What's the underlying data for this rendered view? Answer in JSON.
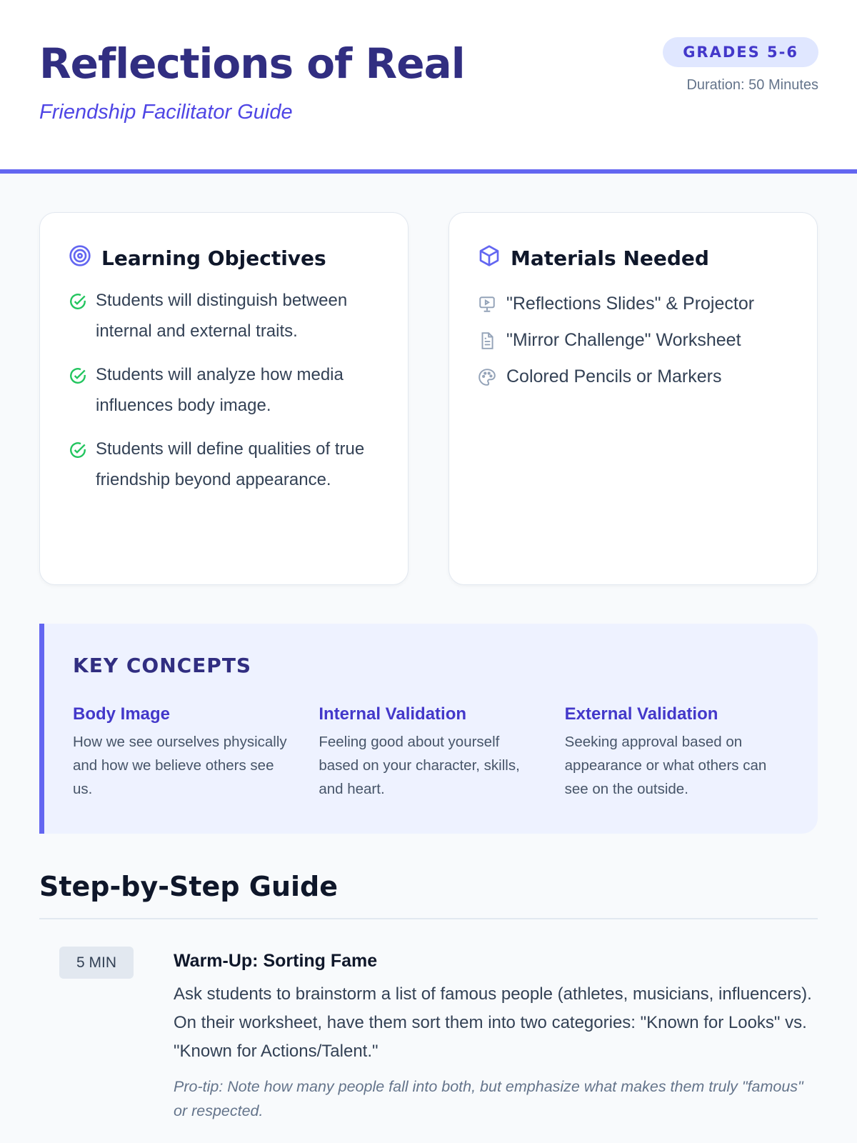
{
  "header": {
    "title": "Reflections of Real",
    "subtitle": "Friendship Facilitator Guide",
    "grades": "GRADES 5-6",
    "duration": "Duration: 50 Minutes"
  },
  "objectives": {
    "title": "Learning Objectives",
    "items": [
      "Students will distinguish between internal and external traits.",
      "Students will analyze how media influences body image.",
      "Students will define qualities of true friendship beyond appearance."
    ]
  },
  "materials": {
    "title": "Materials Needed",
    "items": [
      "\"Reflections Slides\" & Projector",
      "\"Mirror Challenge\" Worksheet",
      "Colored Pencils or Markers"
    ]
  },
  "key_concepts": {
    "title": "KEY CONCEPTS",
    "items": [
      {
        "term": "Body Image",
        "definition": "How we see ourselves physically and how we believe others see us."
      },
      {
        "term": "Internal Validation",
        "definition": "Feeling good about yourself based on your character, skills, and heart."
      },
      {
        "term": "External Validation",
        "definition": "Seeking approval based on appearance or what others can see on the outside."
      }
    ]
  },
  "guide": {
    "title": "Step-by-Step Guide",
    "steps": [
      {
        "time": "5 MIN",
        "title": "Warm-Up: Sorting Fame",
        "text": "Ask students to brainstorm a list of famous people (athletes, musicians, influencers). On their worksheet, have them sort them into two categories: \"Known for Looks\" vs. \"Known for Actions/Talent.\"",
        "tip": "Pro-tip: Note how many people fall into both, but emphasize what makes them truly \"famous\" or respected."
      }
    ]
  }
}
